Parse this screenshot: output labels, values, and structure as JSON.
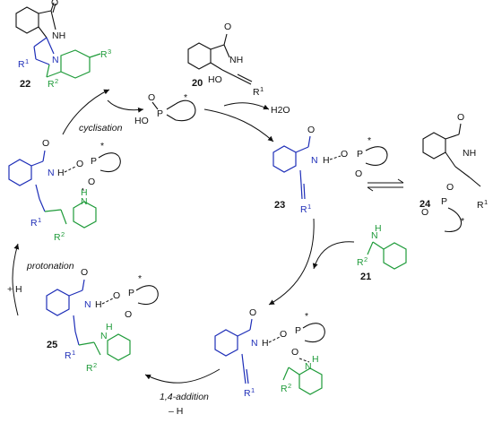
{
  "compounds": {
    "c22": "22",
    "c20": "20",
    "c23": "23",
    "c24": "24",
    "c21": "21",
    "c25": "25"
  },
  "steps": {
    "cyclisation": "cyclisation",
    "protonation": "protonation",
    "addition": "1,4-addition",
    "water": "H2O"
  },
  "atoms": {
    "O": "O",
    "P": "P",
    "HO": "HO",
    "H": "H",
    "N": "N",
    "NH": "NH",
    "R1": "R",
    "R2": "R",
    "R3": "R",
    "sup1": "1",
    "sup2": "2",
    "sup3": "3",
    "star": "*"
  },
  "charges": {
    "plus_h": "+ H",
    "minus_h": "– H"
  },
  "colors": {
    "isoindolinone": "#1f2fb8",
    "indole": "#1f9b3a",
    "catalyst": "#111111"
  }
}
